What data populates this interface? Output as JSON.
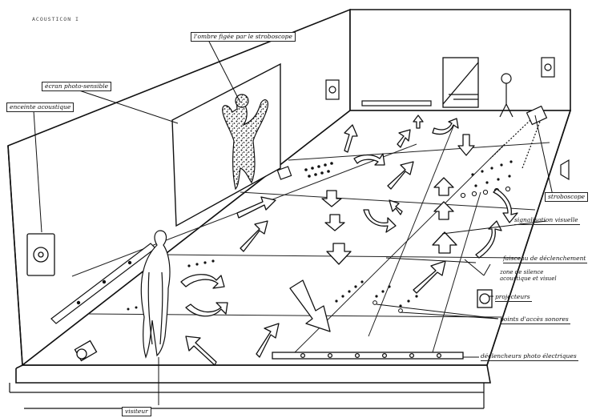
{
  "title": "ACOUSTICON I",
  "labels": {
    "shadow": "l'ombre figée par le stroboscope",
    "screen": "écran photo-sensible",
    "acoustic": "enceinte acoustique",
    "stroboscope": "stroboscope",
    "signalisation": "signalisation visuelle",
    "trigger_beam": "faisceau de déclenchement",
    "silence_zone": "zone de silence acoustique et visuel",
    "projectors": "projecteurs",
    "access_points": "points d'accès sonores",
    "photo_triggers": "déclencheurs photo électriques",
    "visitor": "visiteur"
  },
  "colors": {
    "ink": "#111111",
    "paper": "#ffffff",
    "grey": "#888888"
  }
}
